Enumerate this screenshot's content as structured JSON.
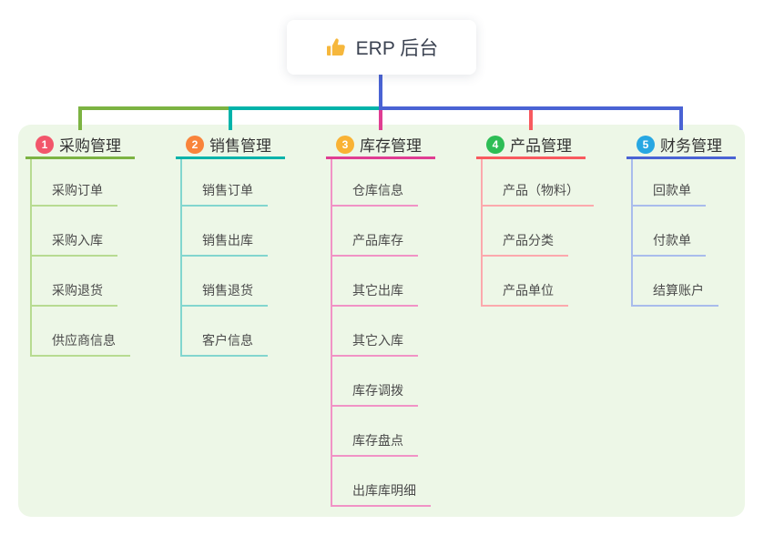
{
  "root": {
    "title": "ERP 后台",
    "icon": "thumbs-up-icon",
    "connector_color": "#4a63d4"
  },
  "panel_color": "#edf7e7",
  "branches": [
    {
      "index": "1",
      "label": "采购管理",
      "badge_color": "#f2566b",
      "line_color": "#7cb342",
      "sub_line_color": "#b7db91",
      "children": [
        "采购订单",
        "采购入库",
        "采购退货",
        "供应商信息"
      ]
    },
    {
      "index": "2",
      "label": "销售管理",
      "badge_color": "#f9843b",
      "line_color": "#00b3aa",
      "sub_line_color": "#82d6cf",
      "children": [
        "销售订单",
        "销售出库",
        "销售退货",
        "客户信息"
      ]
    },
    {
      "index": "3",
      "label": "库存管理",
      "badge_color": "#f9b234",
      "line_color": "#e03d92",
      "sub_line_color": "#f193c6",
      "children": [
        "仓库信息",
        "产品库存",
        "其它出库",
        "其它入库",
        "库存调拨",
        "库存盘点",
        "出库库明细"
      ]
    },
    {
      "index": "4",
      "label": "产品管理",
      "badge_color": "#2dbd55",
      "line_color": "#f85a5f",
      "sub_line_color": "#fca9ad",
      "children": [
        "产品（物料）",
        "产品分类",
        "产品单位"
      ]
    },
    {
      "index": "5",
      "label": "财务管理",
      "badge_color": "#27a7e2",
      "line_color": "#4a63d4",
      "sub_line_color": "#a9bcec",
      "children": [
        "回款单",
        "付款单",
        "结算账户"
      ]
    }
  ]
}
